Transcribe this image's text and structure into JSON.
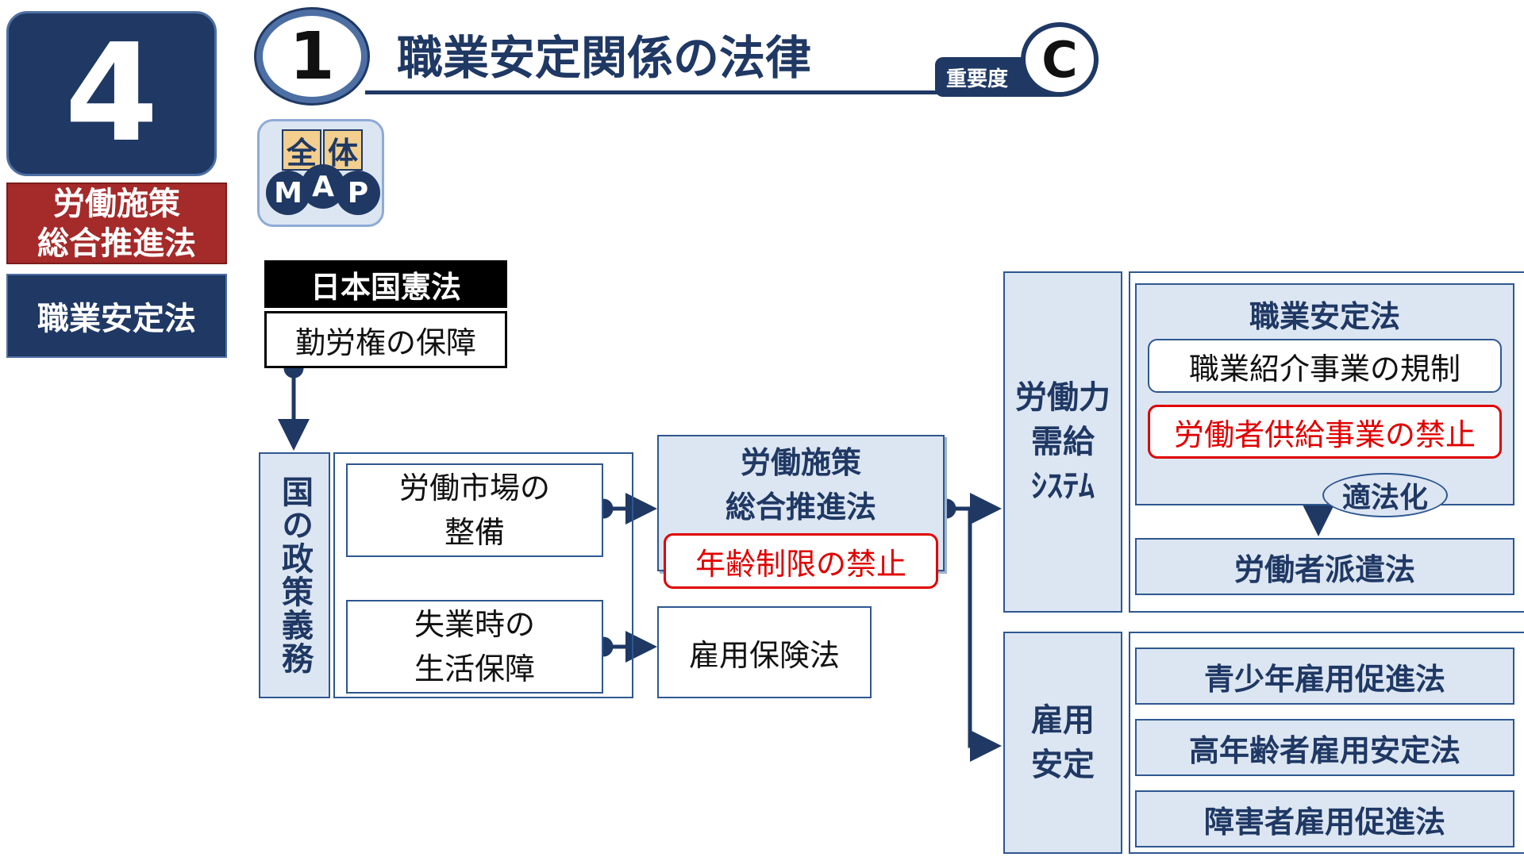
{
  "chapter": {
    "number": "4"
  },
  "side_tags": {
    "red": "労働施策\n総合推進法",
    "blue": "職業安定法"
  },
  "section": {
    "number": "1",
    "title": "職業安定関係の法律",
    "importance_label": "重要度",
    "importance_grade": "C"
  },
  "map_icon": {
    "line1": [
      "全",
      "体"
    ],
    "line2": [
      "M",
      "A",
      "P"
    ]
  },
  "flow": {
    "constitution": {
      "header": "日本国憲法",
      "item": "勤労権の保障"
    },
    "national_duty": "国の政策義務",
    "labor_market": "労働市場の\n整備",
    "livelihood": "失業時の\n生活保障",
    "promotion_law": {
      "title": "労働施策\n総合推進法",
      "note": "年齢制限の禁止"
    },
    "insurance_law": "雇用保険法",
    "labor_supply_system": {
      "title": "労働力\n需給\nｼｽﾃﾑ"
    },
    "employment_security_law": {
      "title": "職業安定法",
      "item1": "職業紹介事業の規制",
      "item2": "労働者供給事業の禁止"
    },
    "legalization": "適法化",
    "dispatch_law": "労働者派遣法",
    "employment_stability": {
      "title": "雇用\n安定"
    },
    "stability_laws": [
      "青少年雇用促進法",
      "高年齢者雇用安定法",
      "障害者雇用促進法"
    ]
  },
  "colors": {
    "navy": "#1f3864",
    "panel_blue": "#dce6f2",
    "red": "#e00000",
    "dark_red": "#a52a2a"
  }
}
